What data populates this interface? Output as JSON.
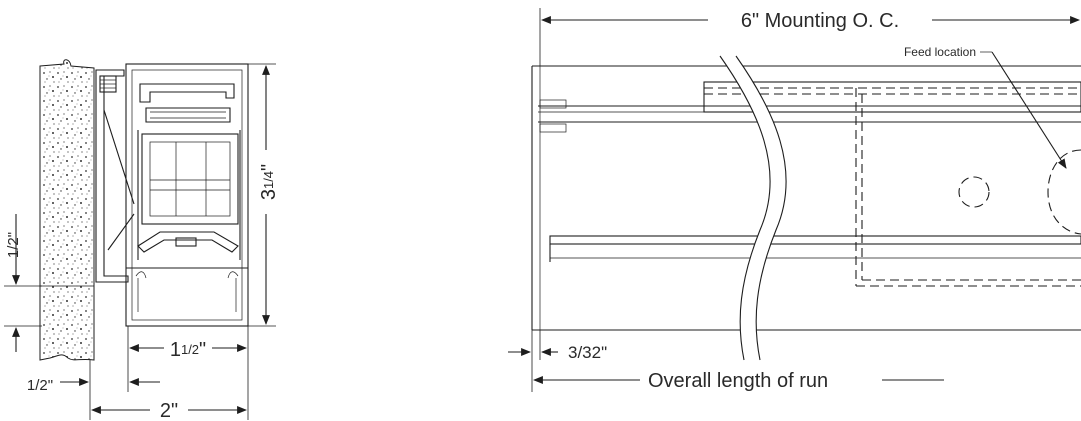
{
  "section_view": {
    "dim_height_whole": "3",
    "dim_height_fraction": "1/4",
    "dim_height_inch": "\"",
    "dim_upper_half_fraction": "1/2",
    "dim_upper_half_inch": "\"",
    "dim_width_inner_whole": "1",
    "dim_width_inner_fraction": "1/2",
    "dim_width_inner_inch": "\"",
    "dim_offset_fraction": "1/2",
    "dim_offset_inch": "\"",
    "dim_total_width": "2\""
  },
  "elevation_view": {
    "mounting_label": "6\" Mounting O. C.",
    "feed_label": "Feed location",
    "gap_fraction": "3/32",
    "gap_inch": "\"",
    "run_label": "Overall length of run"
  }
}
